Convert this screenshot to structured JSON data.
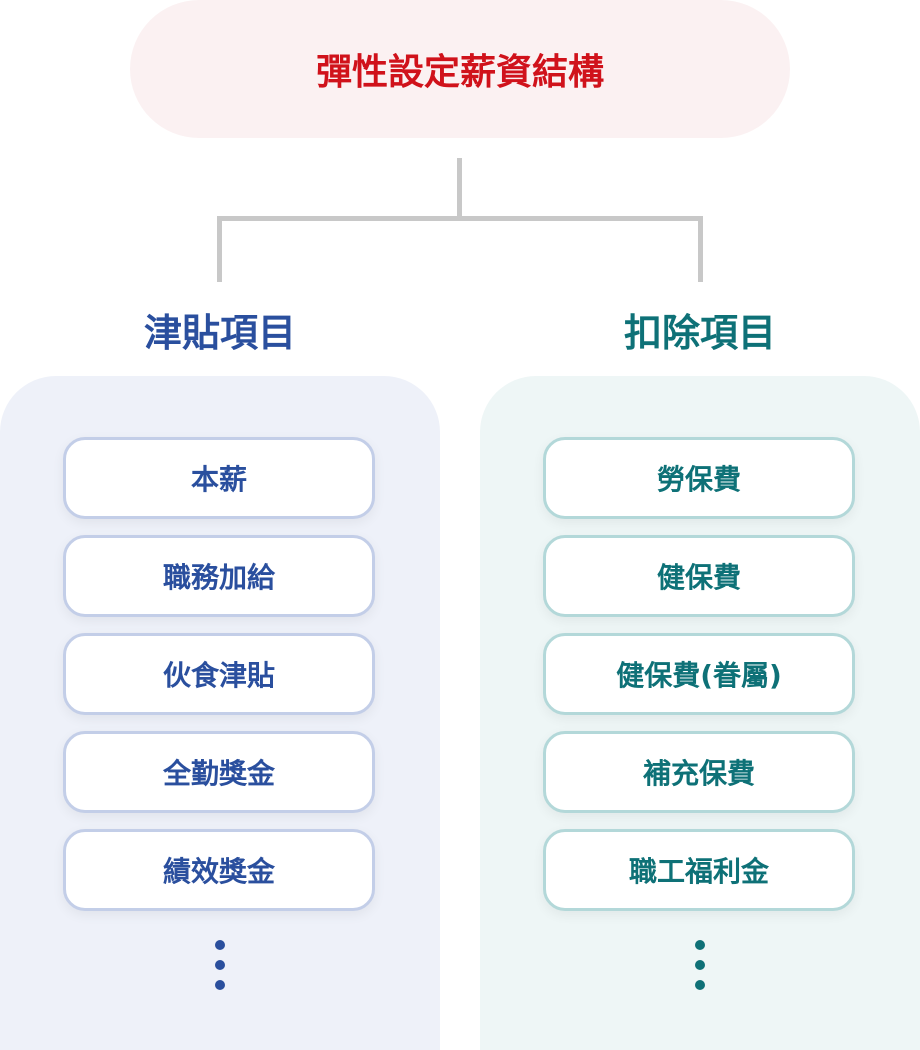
{
  "title": "彈性設定薪資結構",
  "allowances": {
    "heading": "津貼項目",
    "items": [
      "本薪",
      "職務加給",
      "伙食津貼",
      "全勤獎金",
      "績效獎金"
    ],
    "color": "#2a4f9e"
  },
  "deductions": {
    "heading": "扣除項目",
    "items": [
      "勞保費",
      "健保費",
      "健保費(眷屬)",
      "補充保費",
      "職工福利金"
    ],
    "color": "#0e7177"
  },
  "title_color": "#d0121b"
}
